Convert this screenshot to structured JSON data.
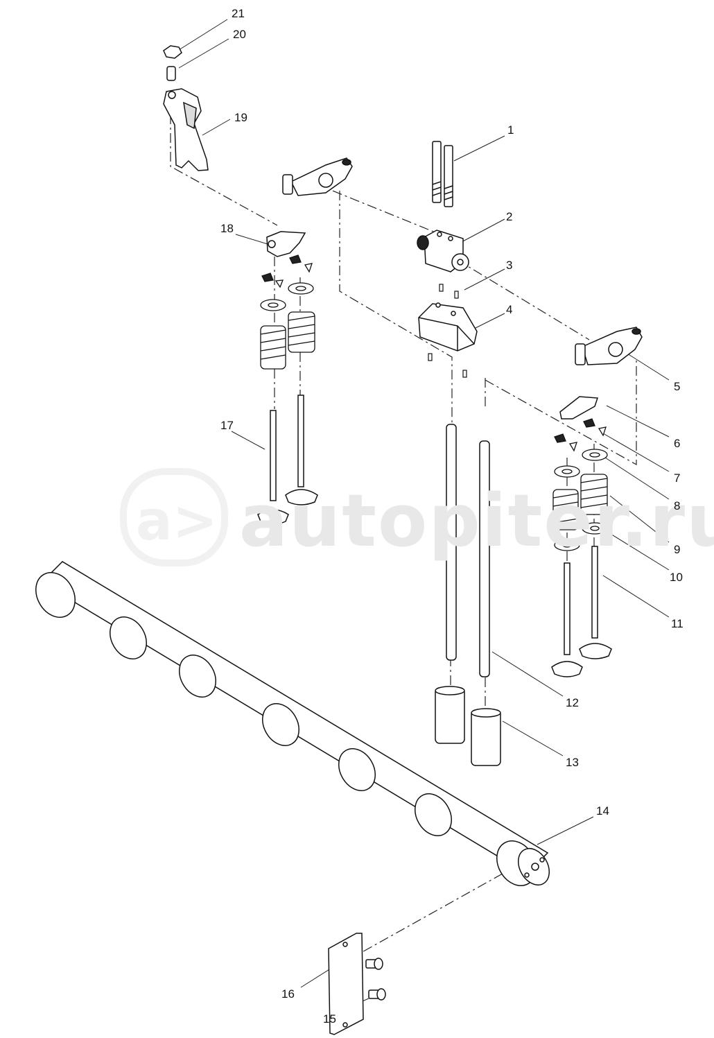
{
  "watermark": {
    "text": "autopiter.ru"
  },
  "callouts": [
    {
      "id": "c1",
      "label": "1"
    },
    {
      "id": "c2",
      "label": "2"
    },
    {
      "id": "c3",
      "label": "3"
    },
    {
      "id": "c4",
      "label": "4"
    },
    {
      "id": "c5",
      "label": "5"
    },
    {
      "id": "c6",
      "label": "6"
    },
    {
      "id": "c7",
      "label": "7"
    },
    {
      "id": "c8",
      "label": "8"
    },
    {
      "id": "c9",
      "label": "9"
    },
    {
      "id": "c10",
      "label": "10"
    },
    {
      "id": "c11",
      "label": "11"
    },
    {
      "id": "c12",
      "label": "12"
    },
    {
      "id": "c13",
      "label": "13"
    },
    {
      "id": "c14",
      "label": "14"
    },
    {
      "id": "c15",
      "label": "15"
    },
    {
      "id": "c16",
      "label": "16"
    },
    {
      "id": "c17",
      "label": "17"
    },
    {
      "id": "c18",
      "label": "18"
    },
    {
      "id": "c19",
      "label": "19"
    },
    {
      "id": "c20",
      "label": "20"
    },
    {
      "id": "c21",
      "label": "21"
    }
  ]
}
